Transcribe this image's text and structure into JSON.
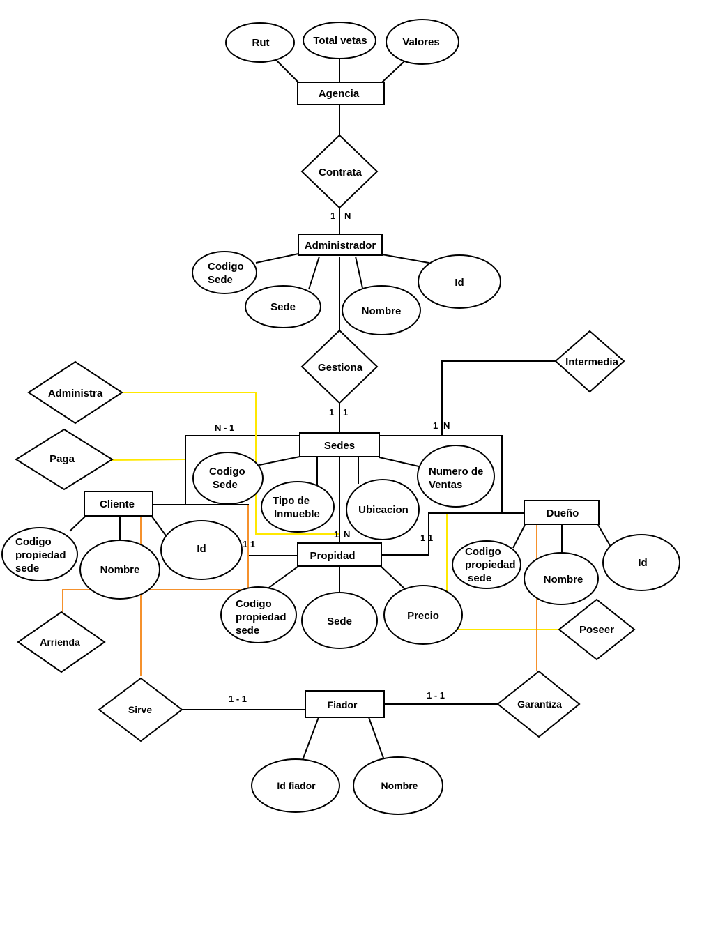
{
  "colors": {
    "line": "#000000",
    "yellow": "#ffe800",
    "orange": "#f5912c",
    "background": "#ffffff"
  },
  "entities": {
    "agencia": "Agencia",
    "administrador": "Administrador",
    "sedes": "Sedes",
    "cliente": "Cliente",
    "propidad": "Propidad",
    "dueno": "Dueño",
    "fiador": "Fiador"
  },
  "relationships": {
    "contrata": "Contrata",
    "gestiona": "Gestiona",
    "intermedia": "Intermedia",
    "administra": "Administra",
    "paga": "Paga",
    "arrienda": "Arrienda",
    "poseer": "Poseer",
    "sirve": "Sirve",
    "garantiza": "Garantiza"
  },
  "attributes": {
    "agencia": {
      "rut": "Rut",
      "total_vetas": "Total vetas",
      "valores": "Valores"
    },
    "administrador": {
      "codigo_sede": [
        "Codigo",
        "Sede"
      ],
      "sede": "Sede",
      "nombre": "Nombre",
      "id": "Id"
    },
    "sedes": {
      "codigo_sede": [
        "Codigo",
        "Sede"
      ],
      "tipo_inmueble": [
        "Tipo de",
        "Inmueble"
      ],
      "ubicacion": "Ubicacion",
      "numero_ventas": [
        "Numero de",
        "Ventas"
      ]
    },
    "cliente": {
      "codigo_propiedad_sede": [
        "Codigo",
        "propiedad",
        "sede"
      ],
      "nombre": "Nombre",
      "id": "Id"
    },
    "propidad": {
      "codigo_propiedad_sede": [
        "Codigo",
        "propiedad",
        "sede"
      ],
      "sede": "Sede",
      "precio": "Precio"
    },
    "dueno": {
      "codigo_propiedad_sede": [
        "Codigo",
        "propiedad",
        "sede"
      ],
      "nombre": "Nombre",
      "id": "Id"
    },
    "fiador": {
      "id_fiador": "Id fiador",
      "nombre": "Nombre"
    }
  },
  "cardinalities": {
    "contrata_one": "1",
    "contrata_n": "N",
    "gestiona_one_a": "1",
    "gestiona_one_b": "1",
    "intermedia_one": "1",
    "intermedia_n": "N",
    "sedes_n_1": "N - 1",
    "propidad_left": "1 1",
    "propidad_top_one": "1",
    "propidad_top_n": "N",
    "propidad_right": "1 1",
    "sirve_fiador": "1 - 1",
    "fiador_garantiza": "1 - 1"
  }
}
